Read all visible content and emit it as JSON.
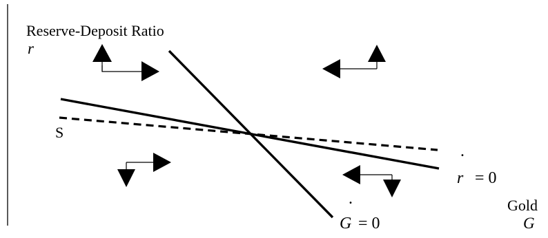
{
  "diagram": {
    "y_axis": {
      "title": "Reserve-Deposit Ratio",
      "symbol": "r"
    },
    "x_axis": {
      "title": "Gold",
      "symbol": "G"
    },
    "curves": {
      "r_dot_zero": {
        "symbol": "r",
        "equation": "= 0"
      },
      "g_dot_zero": {
        "symbol": "G",
        "equation": "= 0"
      },
      "saddle_path": {
        "label": "S"
      }
    },
    "dot_mark": "."
  }
}
